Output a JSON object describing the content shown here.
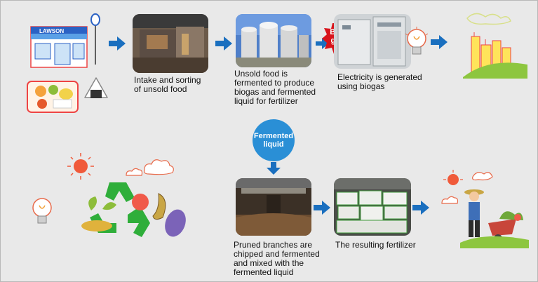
{
  "store_sign": "LAWSON",
  "steps": {
    "intake": {
      "caption_line1": "Intake and sorting",
      "caption_line2": "of unsold food"
    },
    "ferment": {
      "caption_line1": "Unsold food is",
      "caption_line2": "fermented to produce",
      "caption_line3": "biogas and fermented",
      "caption_line4": "liquid for fertilizer"
    },
    "electricity": {
      "caption_line1": "Electricity is generated",
      "caption_line2": "using biogas"
    },
    "pruned": {
      "caption_line1": "Pruned branches are",
      "caption_line2": "chipped and fermented",
      "caption_line3": "and mixed with the",
      "caption_line4": "fermented liquid"
    },
    "fertilizer": {
      "caption_line1": "The resulting fertilizer"
    }
  },
  "badges": {
    "biogas_line1": "Bio-",
    "biogas_line2": "gas",
    "fermented_line1": "Fermented",
    "fermented_line2": "liquid"
  },
  "colors": {
    "arrow_blue": "#1a6fbf",
    "circle_blue": "#2a8fd6",
    "badge_red": "#d8141b",
    "recycle_green": "#2fae3a",
    "hill_green": "#8dc63f"
  }
}
